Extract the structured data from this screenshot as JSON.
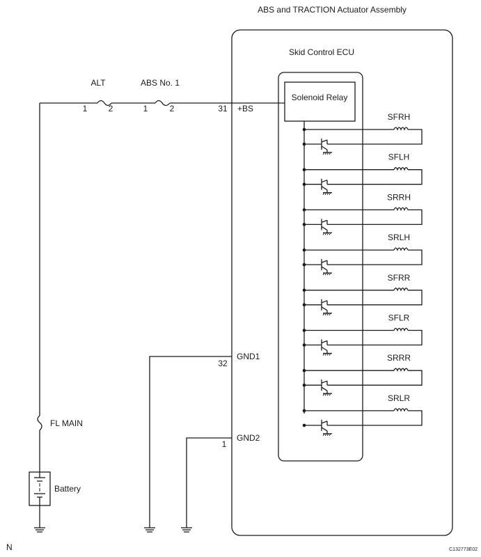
{
  "title": "ABS and TRACTION Actuator Assembly",
  "ecu_label": "Skid Control ECU",
  "relay_label": "Solenoid Relay",
  "fuses": {
    "alt": {
      "label": "ALT",
      "pin_in": "1",
      "pin_out": "2"
    },
    "abs": {
      "label": "ABS No. 1",
      "pin_in": "1",
      "pin_out": "2"
    },
    "fl_main": {
      "label": "FL MAIN"
    }
  },
  "battery_label": "Battery",
  "terminals": {
    "bs": {
      "pin": "31",
      "name": "+BS"
    },
    "gnd1": {
      "pin": "32",
      "name": "GND1"
    },
    "gnd2": {
      "pin": "1",
      "name": "GND2"
    }
  },
  "solenoids": [
    {
      "name": "SFRH"
    },
    {
      "name": "SFLH"
    },
    {
      "name": "SRRH"
    },
    {
      "name": "SRLH"
    },
    {
      "name": "SFRR"
    },
    {
      "name": "SFLR"
    },
    {
      "name": "SRRR"
    },
    {
      "name": "SRLR"
    }
  ],
  "corner_left": "N",
  "figure_code": "C132773E02"
}
